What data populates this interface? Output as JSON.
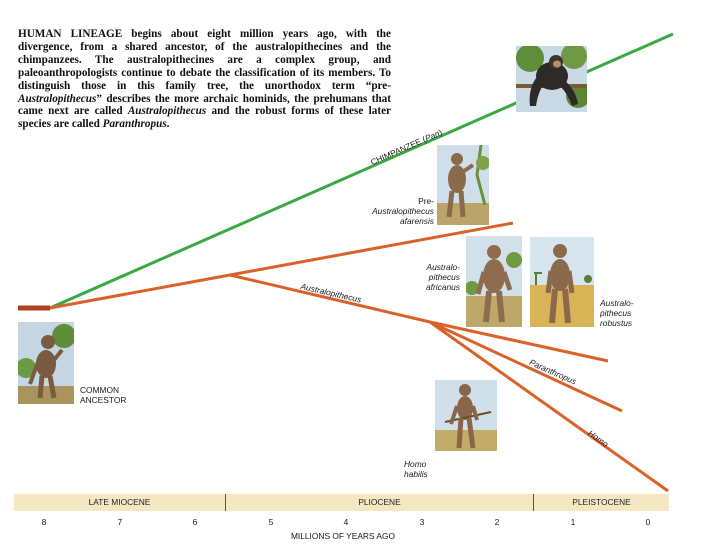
{
  "intro": {
    "lead": "HUMAN LINEAGE",
    "text1": " begins about eight million years ago, with the divergence, from a shared ancestor, of the australopithecines and the chimpanzees. The australopithecines are a complex group, and paleoanthropologists continue to debate the classification of its members. To distinguish those in this family tree, the unorthodox term “pre-",
    "it1": "Australopithecus",
    "text2": "” describes the more archaic hominids, the prehumans that came next are called ",
    "it2": "Australopithecus",
    "text3": " and the robust forms of these later species are called ",
    "it3": "Paranthropus",
    "text4": "."
  },
  "branches": {
    "chimp": "CHIMPANZEE (",
    "chimp_it": "Pan",
    "chimp_end": ")",
    "australopithecus": "Australopithecus",
    "paranthropus": "Paranthropus",
    "homo": "Homo"
  },
  "species": {
    "pre_line1": "Pre-",
    "pre_line2": "Australopithecus",
    "pre_line3": "afarensis",
    "africanus_line1": "Australo-",
    "africanus_line2": "pithecus",
    "africanus_line3": "africanus",
    "robustus_line1": "Australo-",
    "robustus_line2": "pithecus",
    "robustus_line3": "robustus",
    "ancestor_line1": "COMMON",
    "ancestor_line2": "ANCESTOR",
    "habilis_line1": "Homo",
    "habilis_line2": "habilis"
  },
  "eras": [
    "LATE MIOCENE",
    "PLIOCENE",
    "PLEISTOCENE"
  ],
  "ticks": [
    "8",
    "7",
    "6",
    "5",
    "4",
    "3",
    "2",
    "1",
    "0"
  ],
  "axis_title": "MILLIONS OF YEARS AGO",
  "colors": {
    "chimp_line": "#3aa845",
    "hominid_line": "#d9622a",
    "ancestor_stub": "#a8431f",
    "timebar": "#f6e7c3"
  }
}
